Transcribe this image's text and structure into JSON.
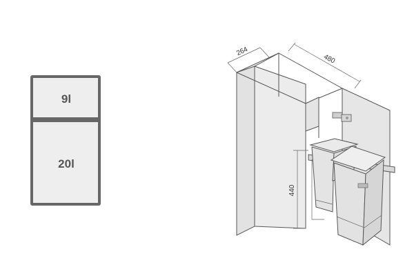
{
  "layout_icon": {
    "compartments": [
      {
        "label": "9l"
      },
      {
        "label": "20l"
      }
    ]
  },
  "drawing": {
    "dimensions": {
      "depth": "264",
      "width": "480",
      "height": "440"
    }
  },
  "colors": {
    "frame": "#676767",
    "compartment_fill": "#eeeeee",
    "cabinet_fill": "#e7e7e7",
    "bin_fill": "#ebebeb",
    "line": "#555555"
  }
}
